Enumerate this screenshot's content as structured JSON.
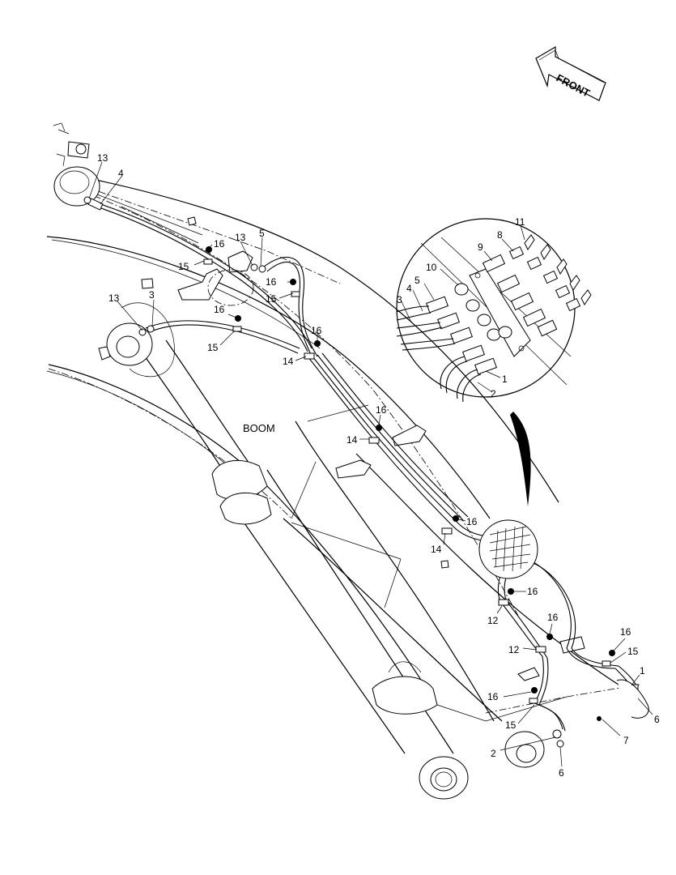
{
  "labels": {
    "boom": "BOOM",
    "front": "FRONT"
  },
  "callouts": [
    {
      "id": "c13a",
      "text": "13"
    },
    {
      "id": "c4a",
      "text": "4"
    },
    {
      "id": "c16a",
      "text": "16"
    },
    {
      "id": "c15a",
      "text": "15"
    },
    {
      "id": "c13b",
      "text": "13"
    },
    {
      "id": "c5a",
      "text": "5"
    },
    {
      "id": "c16b",
      "text": "16"
    },
    {
      "id": "c15b",
      "text": "15"
    },
    {
      "id": "c13c",
      "text": "13"
    },
    {
      "id": "c3a",
      "text": "3"
    },
    {
      "id": "c16c",
      "text": "16"
    },
    {
      "id": "c15c",
      "text": "15"
    },
    {
      "id": "c16d",
      "text": "16"
    },
    {
      "id": "c14a",
      "text": "14"
    },
    {
      "id": "c16e",
      "text": "16"
    },
    {
      "id": "c14b",
      "text": "14"
    },
    {
      "id": "c16f",
      "text": "16"
    },
    {
      "id": "c14c",
      "text": "14"
    },
    {
      "id": "c16g",
      "text": "16"
    },
    {
      "id": "c12a",
      "text": "12"
    },
    {
      "id": "c16h",
      "text": "16"
    },
    {
      "id": "c12b",
      "text": "12"
    },
    {
      "id": "c16i",
      "text": "16"
    },
    {
      "id": "c15d",
      "text": "15"
    },
    {
      "id": "c1a",
      "text": "1"
    },
    {
      "id": "c16j",
      "text": "16"
    },
    {
      "id": "c6a",
      "text": "6"
    },
    {
      "id": "c15e",
      "text": "15"
    },
    {
      "id": "c7a",
      "text": "7"
    },
    {
      "id": "c2a",
      "text": "2"
    },
    {
      "id": "c6b",
      "text": "6"
    },
    {
      "id": "d11",
      "text": "11"
    },
    {
      "id": "d8",
      "text": "8"
    },
    {
      "id": "d9",
      "text": "9"
    },
    {
      "id": "d10",
      "text": "10"
    },
    {
      "id": "d5",
      "text": "5"
    },
    {
      "id": "d4",
      "text": "4"
    },
    {
      "id": "d3",
      "text": "3"
    },
    {
      "id": "d1",
      "text": "1"
    },
    {
      "id": "d2",
      "text": "2"
    }
  ]
}
